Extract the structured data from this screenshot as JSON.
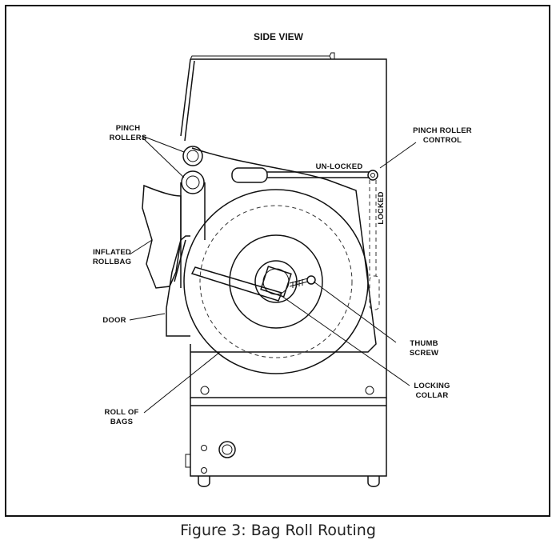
{
  "diagram": {
    "title": "SIDE VIEW",
    "caption": "Figure 3: Bag Roll Routing",
    "labels": {
      "pinch_rollers_1": "PINCH",
      "pinch_rollers_2": "ROLLERS",
      "pinch_control_1": "PINCH ROLLER",
      "pinch_control_2": "CONTROL",
      "unlocked": "UN-LOCKED",
      "locked": "LOCKED",
      "inflated_1": "INFLATED",
      "inflated_2": "ROLLBAG",
      "door": "DOOR",
      "thumb_1": "THUMB",
      "thumb_2": "SCREW",
      "collar_1": "LOCKING",
      "collar_2": "COLLAR",
      "roll_1": "ROLL OF",
      "roll_2": "BAGS"
    }
  }
}
